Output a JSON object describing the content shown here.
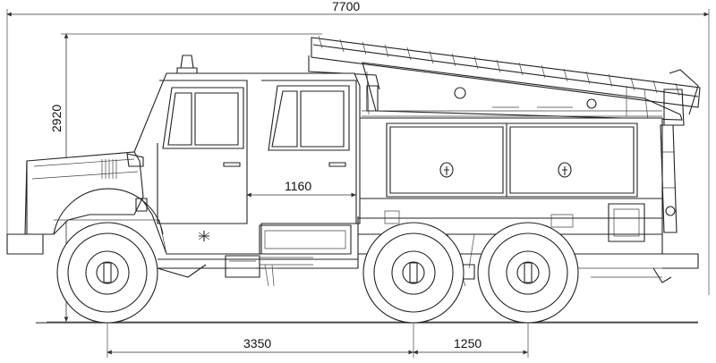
{
  "dimensions": {
    "overall_length": "7700",
    "overall_height": "2920",
    "cab_door_width": "1160",
    "wheelbase_front": "3350",
    "wheelbase_rear": "1250"
  },
  "icons": [
    "fire-truck-side-elevation"
  ]
}
